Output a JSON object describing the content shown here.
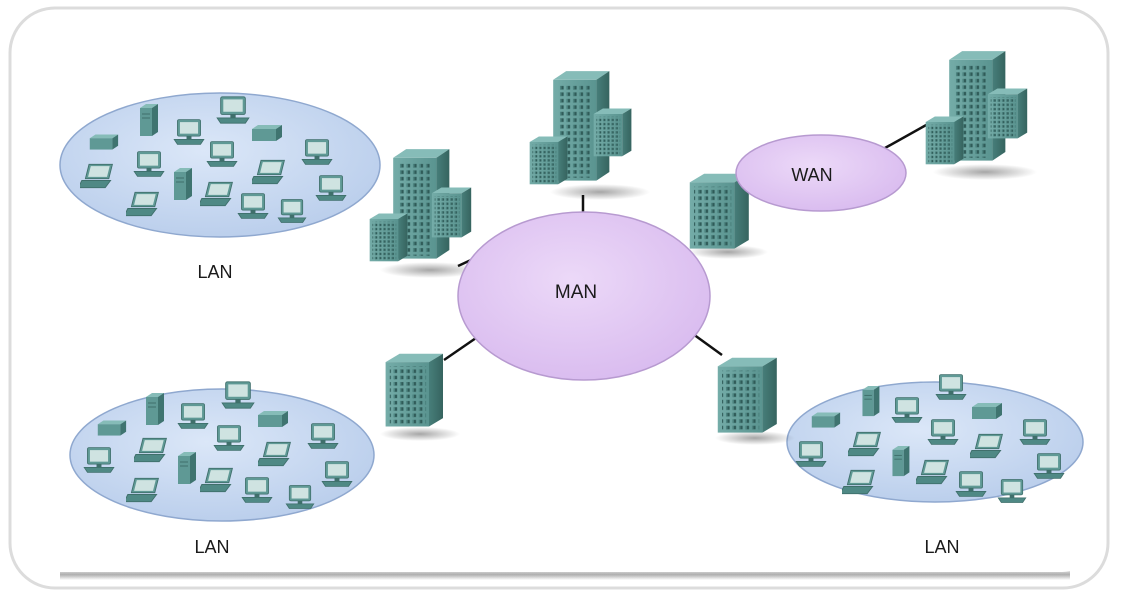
{
  "diagram": {
    "labels": {
      "lan_top_left": "LAN",
      "lan_bottom_left": "LAN",
      "lan_bottom_right": "LAN",
      "man": "MAN",
      "wan": "WAN"
    },
    "colors": {
      "lan_fill": "#c6d8f2",
      "lan_stroke": "#8fa8cf",
      "cloud_fill": "#e2c7f3",
      "cloud_stroke": "#b79ad0",
      "building_front": "#5e9a96",
      "building_side": "#3f7470",
      "window": "#2d5552",
      "frame": "#d0d0d0"
    },
    "icons": [
      "building-icon",
      "computer-icon",
      "server-icon",
      "laptop-icon"
    ]
  }
}
